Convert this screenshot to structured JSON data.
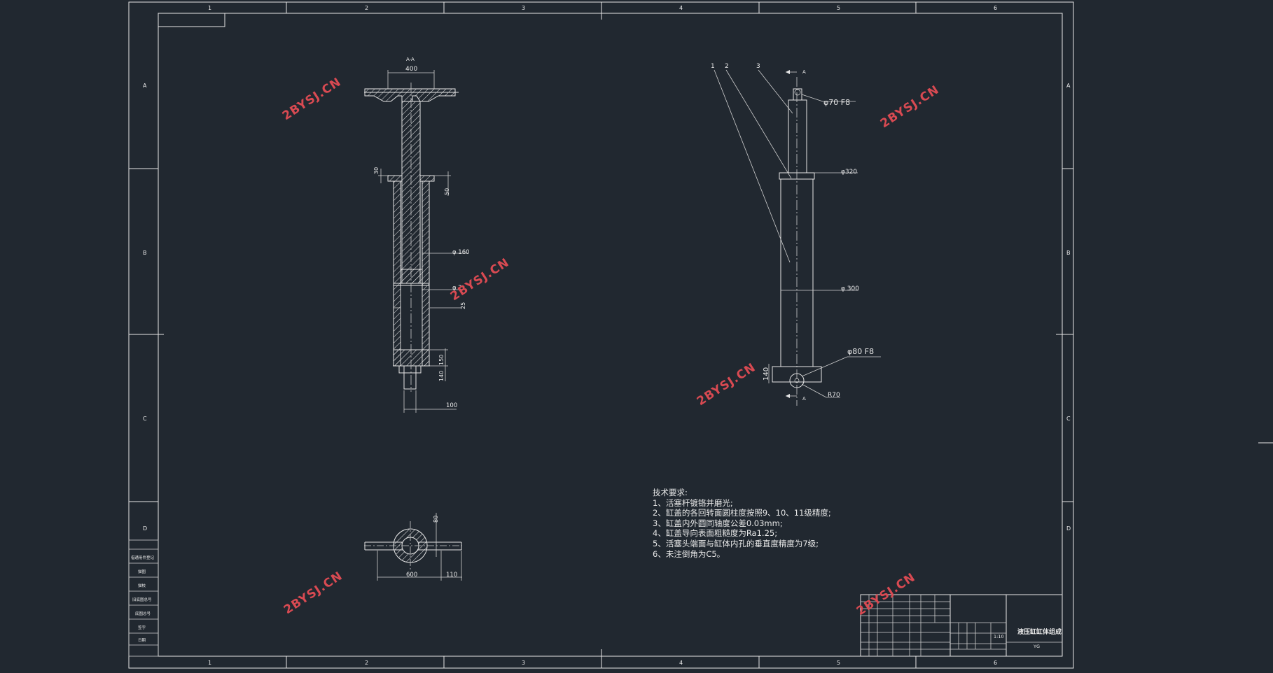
{
  "frame": {
    "zone_columns": [
      "1",
      "2",
      "3",
      "4",
      "5",
      "6"
    ],
    "zone_rows": [
      "A",
      "B",
      "C",
      "D"
    ]
  },
  "watermark": "2BYSJ.CN",
  "left_view": {
    "section_label": "A-A",
    "dims": {
      "top_width": "400",
      "flange_thk": "30",
      "cap_thk": "50",
      "d160": "φ 160",
      "d_hidden": "φ 2",
      "step": "25",
      "h150": "150",
      "h140": "140",
      "w100": "100"
    }
  },
  "bottom_view": {
    "dims": {
      "h80": "80",
      "w600": "600",
      "w110": "110"
    }
  },
  "right_view": {
    "balloons": [
      "1",
      "2",
      "3"
    ],
    "section_mark": "A",
    "dims": {
      "d70": "φ70 F8",
      "d320": "φ320",
      "d300": "φ 300",
      "d80": "φ80 F8",
      "h140": "140",
      "r70": "R70"
    }
  },
  "requirements": {
    "title": "技术要求:",
    "items": [
      "1、活塞杆镀铬并磨光;",
      "2、缸盖的各回转面圆柱度按照9、10、11级精度;",
      "3、缸盖内外圆同轴度公差0.03mm;",
      "4、缸盖导向表面粗糙度为Ra1.25;",
      "5、活塞头端面与缸体内孔的垂直度精度为7级;",
      "6、未注倒角为C5。"
    ]
  },
  "title_block": {
    "name": "液压缸缸体组成",
    "scale": "1:10",
    "code": "YG"
  },
  "side_table": {
    "rows": [
      "借通用件登记",
      "描图",
      "描校",
      "旧底图总号",
      "底图总号",
      "签字",
      "日期"
    ]
  },
  "colors": {
    "background": "#212830",
    "lines": "#e6e6e6",
    "watermark": "#d94a52"
  }
}
